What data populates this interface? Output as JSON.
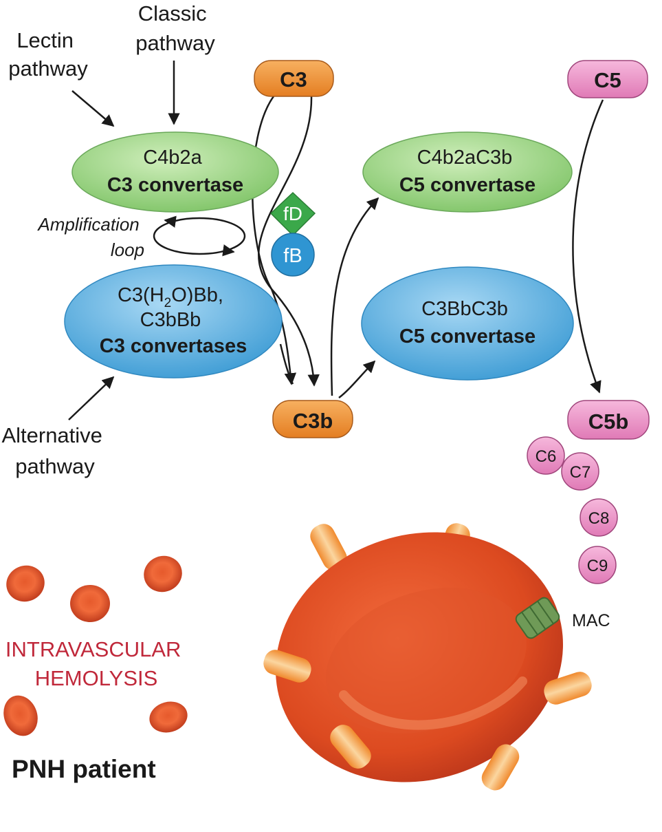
{
  "pathways": {
    "lectin": [
      "Lectin",
      "pathway"
    ],
    "classic": [
      "Classic",
      "pathway"
    ],
    "alternative": [
      "Alternative",
      "pathway"
    ]
  },
  "nodes": {
    "c3": "C3",
    "c5": "C5",
    "c3b": "C3b",
    "c5b": "C5b",
    "fd": "fD",
    "fb": "fB"
  },
  "convertases": {
    "classic_c3": [
      "C4b2a",
      "C3 convertase"
    ],
    "classic_c5": [
      "C4b2aC3b",
      "C5 convertase"
    ],
    "alt_c3": {
      "line1_pre": "C3(H",
      "line1_sub": "2",
      "line1_post": "O)Bb,",
      "line2": "C3bBb",
      "line3": "C3 convertases"
    },
    "alt_c5": [
      "C3BbC3b",
      "C5 convertase"
    ]
  },
  "amplification": [
    "Amplification",
    "loop"
  ],
  "mac_components": [
    "C6",
    "C7",
    "C8",
    "C9"
  ],
  "mac_label": "MAC",
  "hemolysis": [
    "INTRAVASCULAR",
    "HEMOLYSIS"
  ],
  "patient": "PNH patient",
  "colors": {
    "orange": "#f0923a",
    "green": "#8fcf7a",
    "blue": "#4aa8dc",
    "pink": "#ea8ec4",
    "rbc": "#d8431f",
    "hemolysis_text": "#c0283a",
    "mac": "#6f9a57"
  }
}
